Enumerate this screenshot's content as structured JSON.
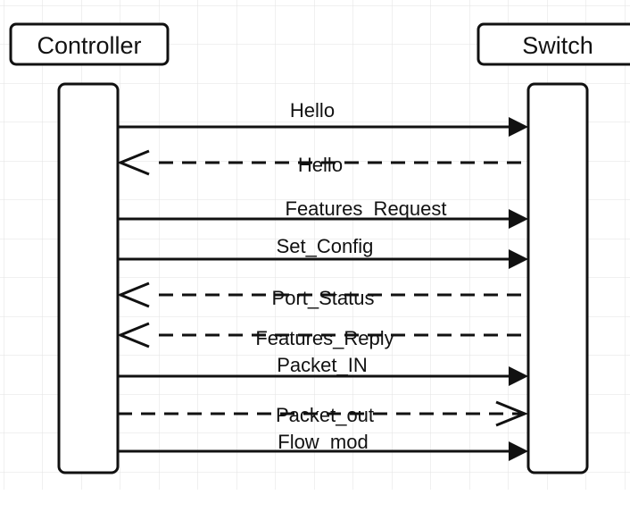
{
  "diagram": {
    "participants": {
      "left": "Controller",
      "right": "Switch"
    },
    "messages": [
      {
        "label": "Hello",
        "from": "Controller",
        "to": "Switch",
        "style": "solid"
      },
      {
        "label": "Hello",
        "from": "Switch",
        "to": "Controller",
        "style": "dashed"
      },
      {
        "label": "Features_Request",
        "from": "Controller",
        "to": "Switch",
        "style": "solid"
      },
      {
        "label": "Set_Config",
        "from": "Controller",
        "to": "Switch",
        "style": "solid"
      },
      {
        "label": "Port_Status",
        "from": "Switch",
        "to": "Controller",
        "style": "dashed"
      },
      {
        "label": "Features_Reply",
        "from": "Switch",
        "to": "Controller",
        "style": "dashed"
      },
      {
        "label": "Packet_IN",
        "from": "Controller",
        "to": "Switch",
        "style": "solid"
      },
      {
        "label": "Packet_out",
        "from": "Controller",
        "to": "Switch",
        "style": "dashed"
      },
      {
        "label": "Flow_mod",
        "from": "Controller",
        "to": "Switch",
        "style": "solid"
      }
    ]
  }
}
